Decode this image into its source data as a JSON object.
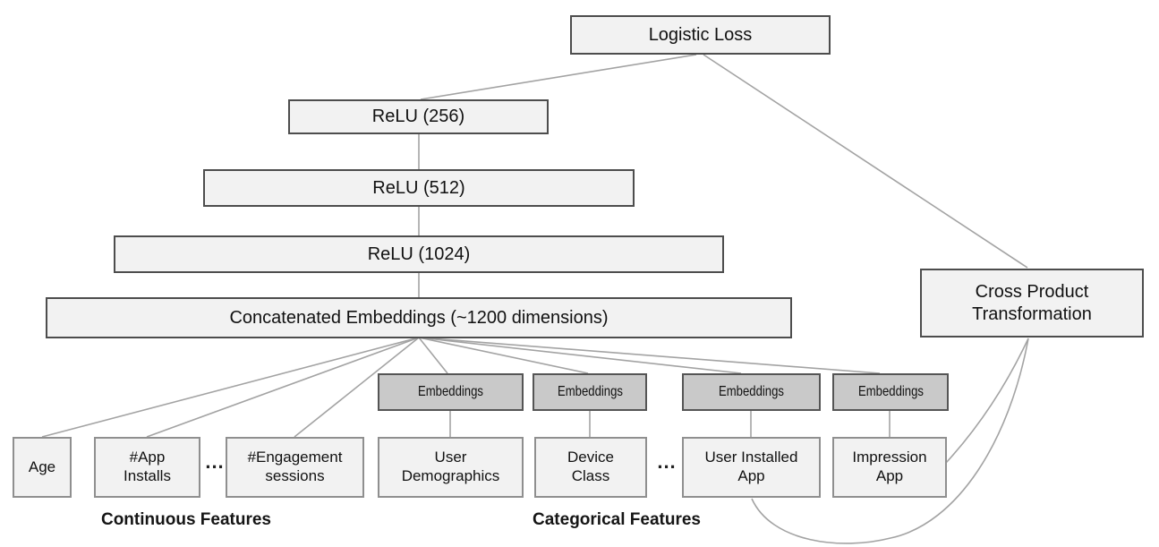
{
  "nodes": {
    "logistic_loss": "Logistic Loss",
    "relu_256": "ReLU (256)",
    "relu_512": "ReLU (512)",
    "relu_1024": "ReLU (1024)",
    "concat": "Concatenated Embeddings (~1200 dimensions)",
    "cross_product": "Cross Product Transformation",
    "embeddings": "Embeddings",
    "age": "Age",
    "app_installs": "#App Installs",
    "engagement_sessions": "#Engagement sessions",
    "user_demographics": "User Demographics",
    "device_class": "Device Class",
    "user_installed_app": "User Installed App",
    "impression_app": "Impression App"
  },
  "ellipsis": "...",
  "group_labels": {
    "continuous": "Continuous Features",
    "categorical": "Categorical Features"
  },
  "colors": {
    "node_fill": "#f2f2f2",
    "node_border": "#4d4d4d",
    "embedding_fill": "#c9c9c9",
    "embedding_border": "#555555",
    "feature_border": "#8f8f8f",
    "line": "#a3a3a3",
    "text": "#111111"
  }
}
